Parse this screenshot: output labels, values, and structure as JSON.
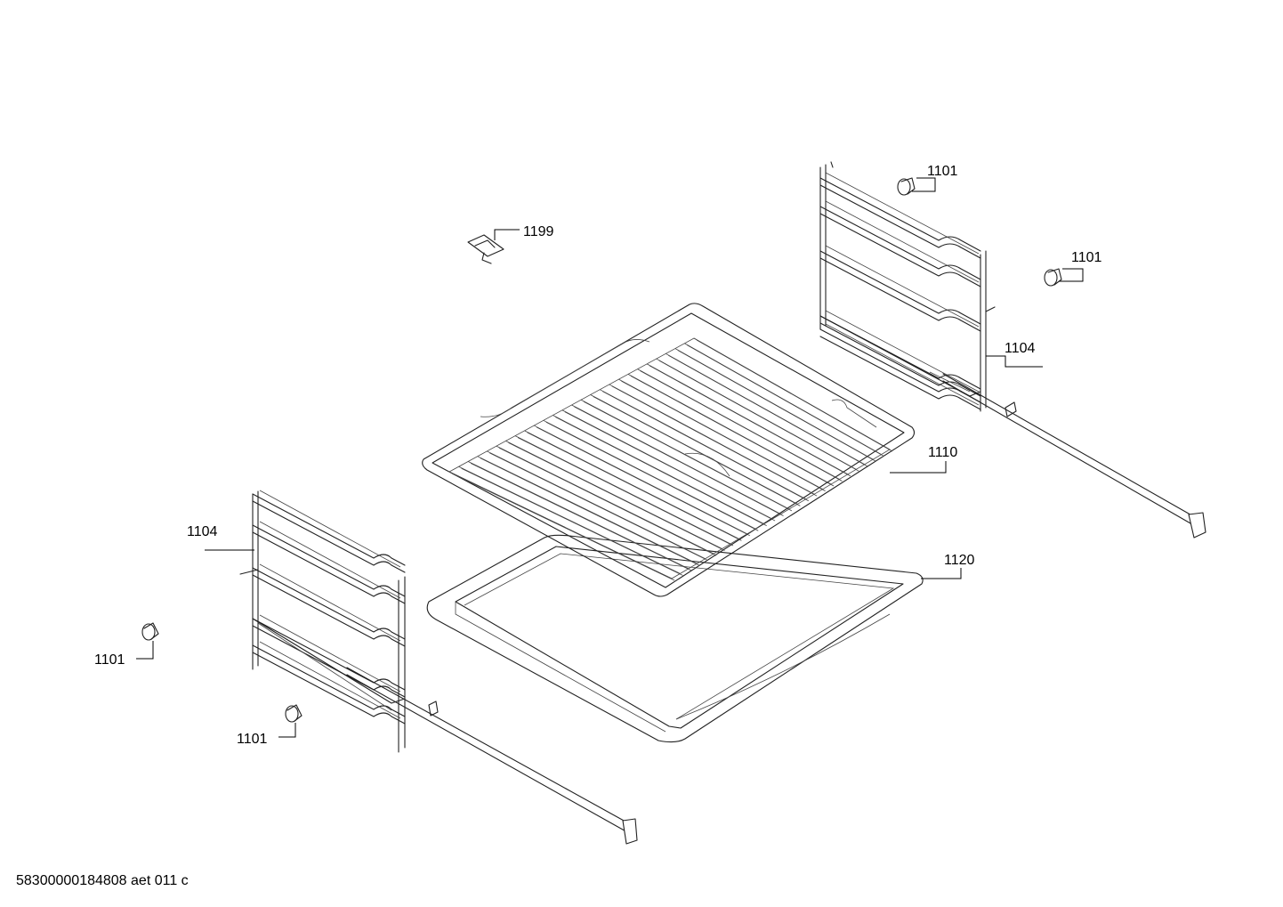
{
  "callouts": {
    "c1101_top": "1101",
    "c1101_right": "1101",
    "c1101_left": "1101",
    "c1101_bottom": "1101",
    "c1199": "1199",
    "c1104_right": "1104",
    "c1104_left": "1104",
    "c1110": "1110",
    "c1120": "1120"
  },
  "footer": {
    "document_code": "58300000184808 aet 011 c"
  }
}
